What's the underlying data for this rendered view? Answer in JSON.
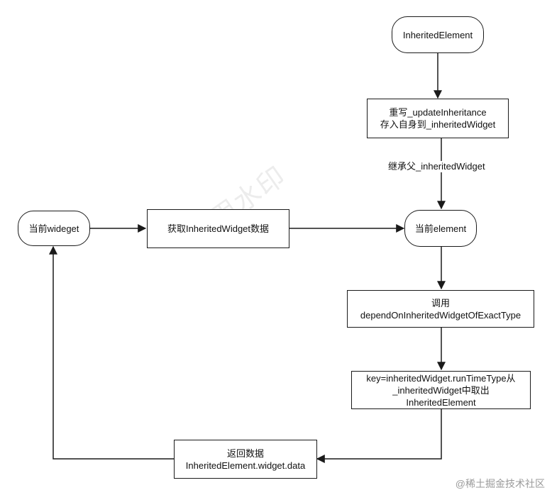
{
  "diagram": {
    "nodes": {
      "inherited_element": "InheritedElement",
      "override_update": [
        "重写_updateInheritance",
        "存入自身到_inheritedWidget"
      ],
      "current_element": "当前element",
      "call_depend": [
        "调用",
        "dependOnInheritedWidgetOfExactType"
      ],
      "key_lookup": [
        "key=inheritedWidget.runTimeType从",
        "_inheritedWidget中取出",
        "InheritedElement"
      ],
      "return_data": [
        "返回数据",
        "InheritedElement.widget.data"
      ],
      "current_widget": "当前wideget",
      "get_data": "获取InheritedWidget数据"
    },
    "edge_labels": {
      "inherit_parent": "继承父_inheritedWidget"
    },
    "colors": {
      "stroke": "#1a1a1a",
      "background": "#ffffff"
    }
  },
  "watermark": "试用水印",
  "credit": "@稀土掘金技术社区"
}
